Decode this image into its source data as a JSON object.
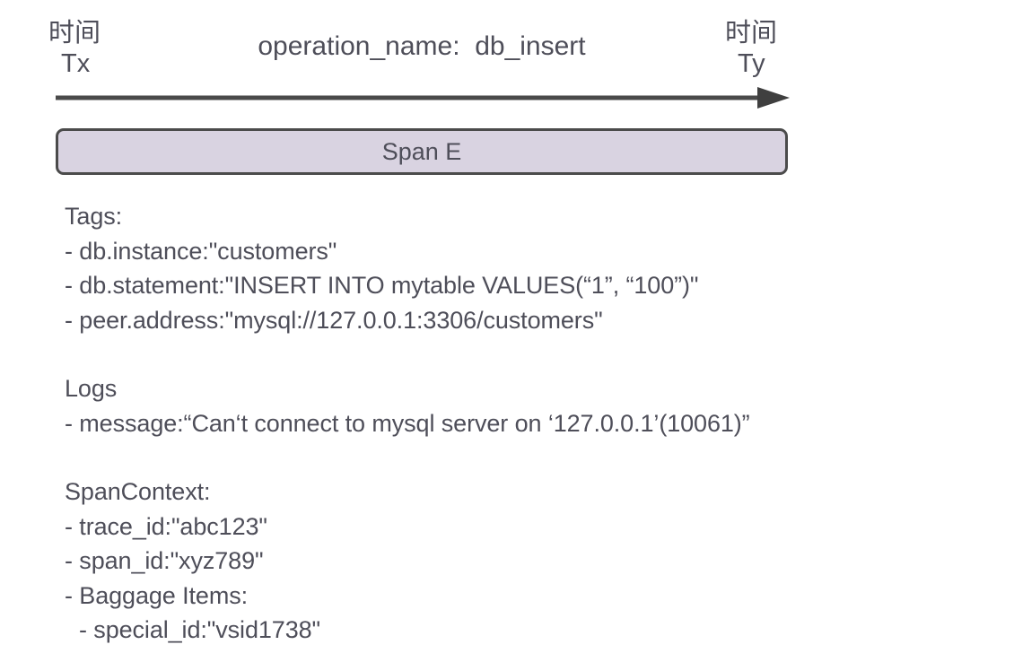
{
  "timeline": {
    "left_label": {
      "cn": "时间",
      "ab": "Tx"
    },
    "right_label": {
      "cn": "时间",
      "ab": "Ty"
    },
    "operation_title": "operation_name:  db_insert",
    "arrow_icon": "right-arrow-icon"
  },
  "span": {
    "label": "Span E",
    "fill_color": "#d9d3e1",
    "border_color": "#4b4b4b"
  },
  "sections": {
    "tags": {
      "heading": "Tags:",
      "items": [
        "- db.instance:\"customers\"",
        "- db.statement:\"INSERT INTO mytable VALUES(“1”, “100”)\"",
        "- peer.address:\"mysql://127.0.0.1:3306/customers\""
      ]
    },
    "logs": {
      "heading": "Logs",
      "items": [
        "- message:“Can‘t connect to mysql server on ‘127.0.0.1’(10061)”"
      ]
    },
    "span_context": {
      "heading": "SpanContext:",
      "items": [
        "- trace_id:\"abc123\"",
        "- span_id:\"xyz789\"",
        "- Baggage Items:"
      ],
      "sub_items": [
        "- special_id:\"vsid1738\""
      ]
    }
  },
  "colors": {
    "text": "#4e4e59",
    "axis": "#4a4a4a"
  }
}
